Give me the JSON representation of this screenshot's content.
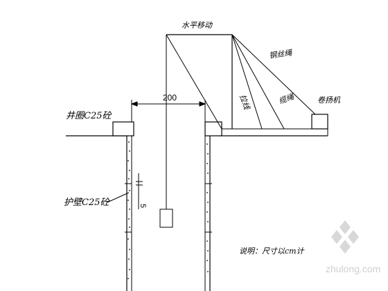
{
  "labels": {
    "horizontal_move": "水平移动",
    "wire_rope": "钢丝绳",
    "winch": "卷扬机",
    "collar_note": "井圈C25砼",
    "dimension_200": "200",
    "guy_line_1": "拉线",
    "guy_line_2": "缆绳",
    "lining_note": "护壁C25砼",
    "lining_dim": "5",
    "note": "说明：尺寸以cm计"
  },
  "watermark": {
    "text": "zhulong.com"
  },
  "colors": {
    "line": "#000000",
    "watermark": "#cfcfcf"
  }
}
